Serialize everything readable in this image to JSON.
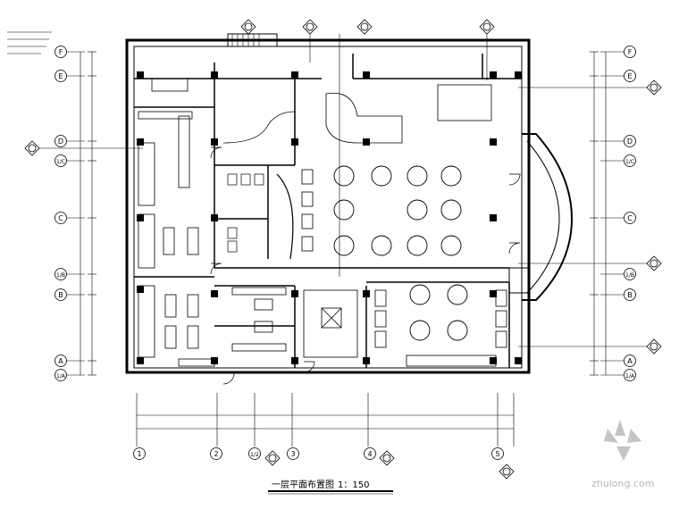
{
  "drawing": {
    "title": "一层平面布置图",
    "scale": "1：150"
  },
  "grid": {
    "columns": [
      "1",
      "2",
      "1/2",
      "3",
      "4",
      "5"
    ],
    "column_refs": [
      {
        "a": "1",
        "b": "2"
      },
      {
        "a": "2",
        "b": "1/2"
      },
      {
        "a": "1/2",
        "b": "3"
      },
      {
        "a": "3",
        "b": "4"
      },
      {
        "a": "4",
        "b": "5"
      }
    ],
    "rows": [
      "F",
      "E",
      "D",
      "1/C",
      "C",
      "1/B",
      "B",
      "A",
      "1/A"
    ]
  },
  "watermark": {
    "text": "zhulong.com"
  },
  "colors": {
    "line": "#000000",
    "paper": "#ffffff",
    "watermark": "#b8b8b8"
  }
}
